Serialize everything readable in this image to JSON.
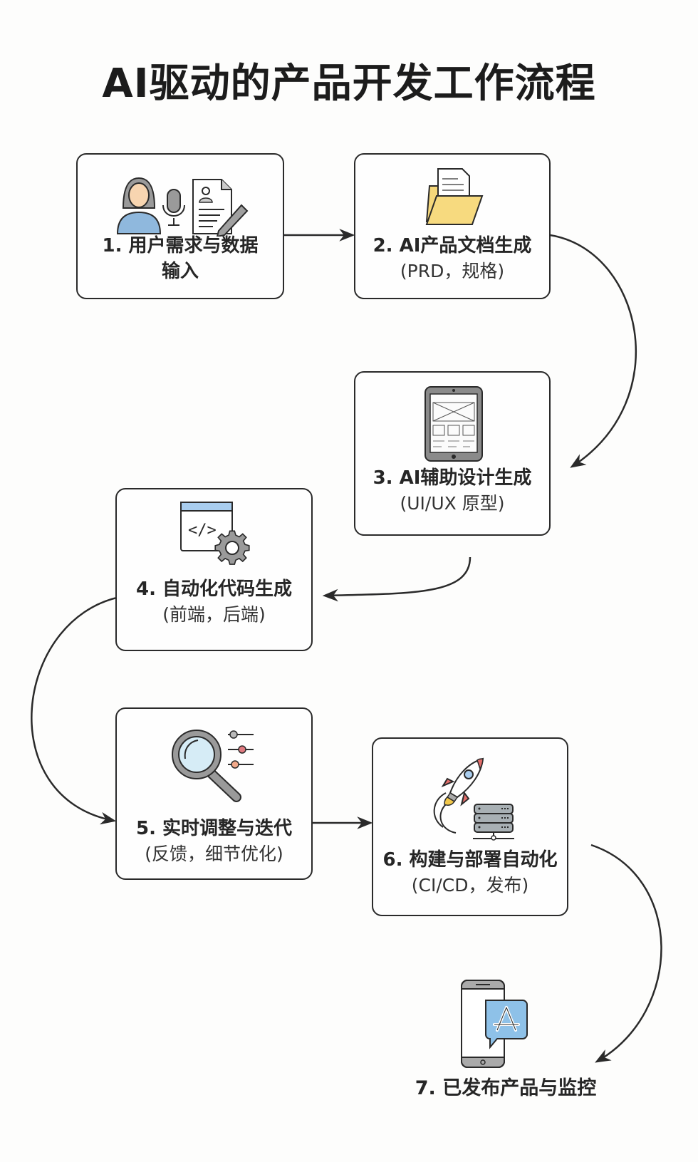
{
  "title": "AI驱动的产品开发工作流程",
  "steps": [
    {
      "main": "1. 用户需求与数据",
      "main2": "输入",
      "icon": "user-microphone-document-icon"
    },
    {
      "main": "2. AI产品文档生成",
      "sub": "(PRD，规格)",
      "icon": "folder-document-icon"
    },
    {
      "main": "3. AI辅助设计生成",
      "sub": "(UI/UX 原型)",
      "icon": "tablet-wireframe-icon"
    },
    {
      "main": "4. 自动化代码生成",
      "sub": "(前端，后端)",
      "icon": "code-window-gear-icon"
    },
    {
      "main": "5. 实时调整与迭代",
      "sub": "(反馈，细节优化)",
      "icon": "magnifier-sliders-icon"
    },
    {
      "main": "6. 构建与部署自动化",
      "sub": "(CI/CD，发布)",
      "icon": "rocket-server-icon"
    },
    {
      "main": "7. 已发布产品与监控",
      "icon": "phone-app-store-icon"
    }
  ],
  "colors": {
    "stroke": "#2a2a2a",
    "user_shirt": "#8fb8dd",
    "skin": "#f7d5b0",
    "folder": "#f5d77a",
    "gear": "#9a9a9a",
    "lens": "#d6ecf6",
    "rocket_red": "#e36d6a",
    "flame": "#f2c84b",
    "server": "#a8b0b4",
    "app_blue": "#8ec1e8"
  }
}
